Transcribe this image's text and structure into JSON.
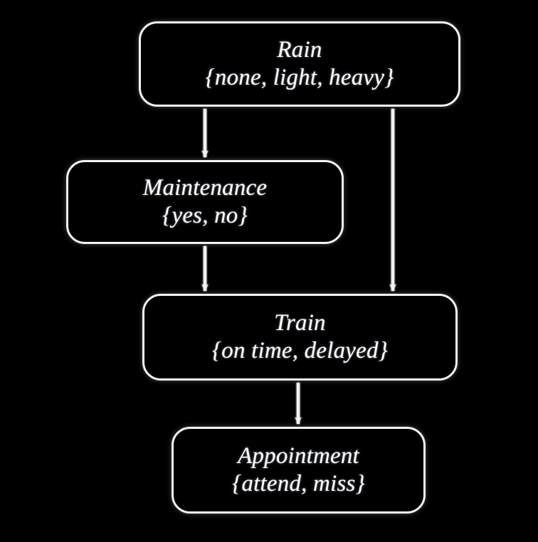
{
  "diagram": {
    "type": "bayesian-network-dag",
    "background_color": "#000000",
    "stroke_color": "#f2f2f2",
    "text_color": "#ffffff",
    "nodes": [
      {
        "id": "rain",
        "name": "Rain",
        "states": "{none, light, heavy}",
        "state_list": [
          "none",
          "light",
          "heavy"
        ]
      },
      {
        "id": "maintenance",
        "name": "Maintenance",
        "states": "{yes, no}",
        "state_list": [
          "yes",
          "no"
        ]
      },
      {
        "id": "train",
        "name": "Train",
        "states": "{on time, delayed}",
        "state_list": [
          "on time",
          "delayed"
        ]
      },
      {
        "id": "appointment",
        "name": "Appointment",
        "states": "{attend, miss}",
        "state_list": [
          "attend",
          "miss"
        ]
      }
    ],
    "edges": [
      {
        "id": "rain-to-maintenance",
        "from": "Rain",
        "to": "Maintenance"
      },
      {
        "id": "rain-to-train",
        "from": "Rain",
        "to": "Train"
      },
      {
        "id": "maintenance-to-train",
        "from": "Maintenance",
        "to": "Train"
      },
      {
        "id": "train-to-appointment",
        "from": "Train",
        "to": "Appointment"
      }
    ]
  }
}
